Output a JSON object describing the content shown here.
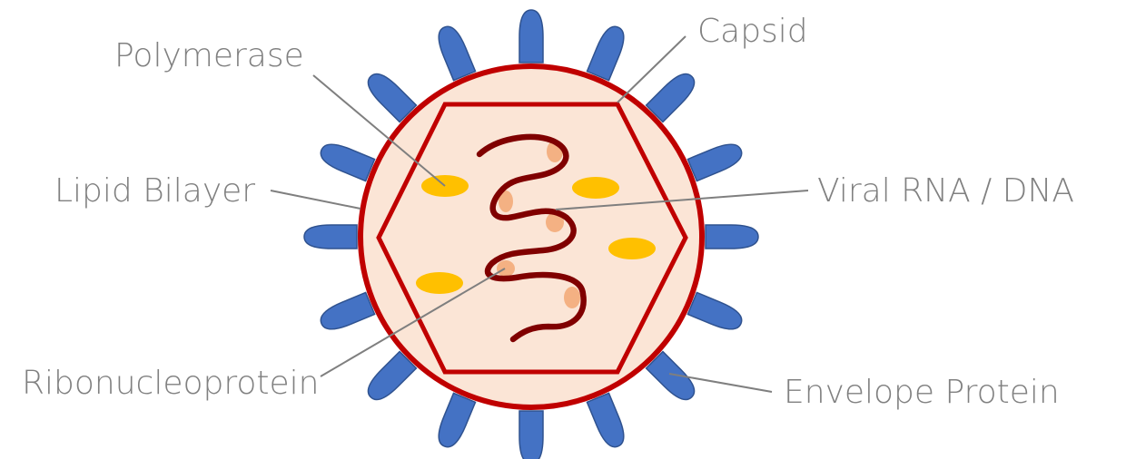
{
  "labels": {
    "capsid": "Capsid",
    "polymerase": "Polymerase",
    "lipid_bilayer": "Lipid Bilayer",
    "viral_rna_dna": "Viral RNA / DNA",
    "ribonucleoprotein": "Ribonucleoprotein",
    "envelope_protein": "Envelope Protein"
  },
  "colors": {
    "envelope_fill": "#fbe5d6",
    "envelope_stroke": "#c00000",
    "capsid_stroke": "#c00000",
    "spike_fill": "#4472c4",
    "spike_stroke": "#2f528f",
    "polymerase": "#ffc000",
    "rna_strand": "#800000",
    "ribonucleoprotein": "#f4b183",
    "label_text": "#808080",
    "leader_line": "#7f7f7f"
  }
}
